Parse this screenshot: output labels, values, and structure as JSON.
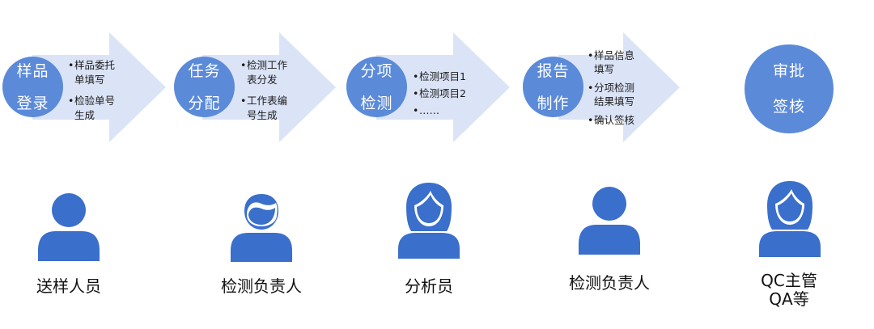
{
  "steps": [
    {
      "line1": "样品",
      "line2": "登录",
      "bullets": [
        "样品委托\n单填写",
        "检验单号\n生成"
      ]
    },
    {
      "line1": "任务",
      "line2": "分配",
      "bullets": [
        "检测工作\n表分发",
        "工作表编\n号生成"
      ]
    },
    {
      "line1": "分项",
      "line2": "检测",
      "bullets": [
        "检测项目1",
        "检测项目2",
        "……"
      ]
    },
    {
      "line1": "报告",
      "line2": "制作",
      "bullets": [
        "样品信息\n填写",
        "分项检测\n结果填写",
        "确认签核"
      ]
    },
    {
      "line1": "审批",
      "line2": "签核",
      "bullets": []
    }
  ],
  "bullet_char": "•",
  "roles": [
    {
      "label": "送样人员",
      "icon": "person-male-icon"
    },
    {
      "label": "检测负责人",
      "icon": "person-male-hair-icon"
    },
    {
      "label": "分析员",
      "icon": "person-female-icon"
    },
    {
      "label": "检测负责人",
      "icon": "person-male-icon"
    },
    {
      "label": "QC主管\nQA等",
      "icon": "person-female-icon"
    }
  ],
  "colors": {
    "circle": "#5b8ad9",
    "arrow": "#dbe4f7",
    "person": "#3a6fcb"
  }
}
